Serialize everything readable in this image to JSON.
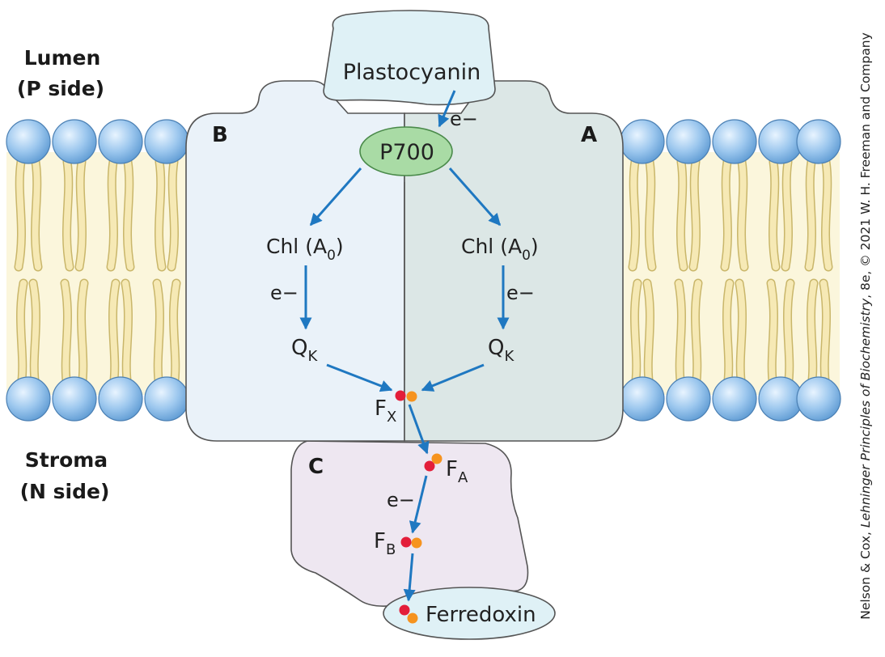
{
  "labels": {
    "lumen_line1": "Lumen",
    "lumen_line2": "(P side)",
    "stroma_line1": "Stroma",
    "stroma_line2": "(N side)"
  },
  "subunits": {
    "b": "B",
    "a": "A",
    "c": "C"
  },
  "molecules": {
    "plastocyanin": "Plastocyanin",
    "p700": "P700",
    "ferredoxin": "Ferredoxin",
    "chl_base": "Chl (A",
    "chl_sub": "0",
    "chl_close": ")",
    "qk_base": "Q",
    "qk_sub": "K",
    "fx_base": "F",
    "fx_sub": "X",
    "fa_base": "F",
    "fa_sub": "A",
    "fb_base": "F",
    "fb_sub": "B"
  },
  "electron": "e−",
  "credit": {
    "authors": "Nelson & Cox, ",
    "title": "Lehninger Principles of Biochemistry",
    "rest": ", 8e, © 2021 W. H. Freeman and Company"
  },
  "colors": {
    "arrow": "#1f78c1",
    "subunit_b": "#eaf2f9",
    "subunit_a": "#dce7e6",
    "subunit_c": "#eee7f1",
    "plastocyanin": "#dff1f6",
    "p700": "#a9dba5",
    "lipid_head": "#8fbde6",
    "lipid_tail": "#f6e9b5",
    "iron": "#e31e3a",
    "sulfur": "#f6931e"
  }
}
